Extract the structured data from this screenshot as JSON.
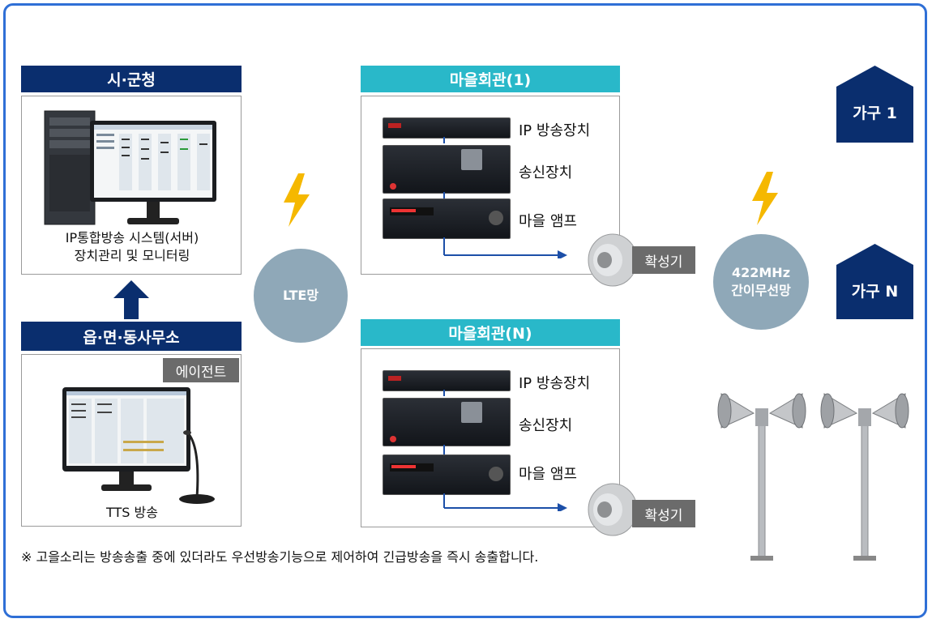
{
  "city_hall": {
    "header": "시·군청",
    "caption_line1": "IP통합방송 시스템(서버)",
    "caption_line2": "장치관리 및 모니터링"
  },
  "town_office": {
    "header": "읍·면·동사무소",
    "agent_tag": "에이전트",
    "caption": "TTS 방송"
  },
  "network": {
    "lte_label": "LTE망",
    "radio_line1": "422MHz",
    "radio_line2": "간이무선망"
  },
  "village_halls": [
    {
      "header": "마을회관(1)",
      "devices": [
        "IP 방송장치",
        "송신장치",
        "마을 앰프"
      ],
      "speaker_tag": "확성기"
    },
    {
      "header": "마을회관(N)",
      "devices": [
        "IP 방송장치",
        "송신장치",
        "마을 앰프"
      ],
      "speaker_tag": "확성기"
    }
  ],
  "households": [
    "가구 1",
    "가구 N"
  ],
  "note": "※ 고을소리는 방송송출 중에 있더라도 우선방송기능으로 제어하여 긴급방송을 즉시 송출합니다.",
  "colors": {
    "navy": "#0a2e6e",
    "teal": "#29b8c9",
    "frame": "#2f6fd6",
    "circle": "#8fa8b8",
    "lightning": "#f5b800",
    "arrow": "#1c4fa8"
  },
  "icons": [
    "server-computer-icon",
    "monitor-microphone-icon",
    "lightning-icon",
    "house-icon",
    "horn-speaker-icon",
    "pole-speaker-icon",
    "rack-device-icon"
  ]
}
